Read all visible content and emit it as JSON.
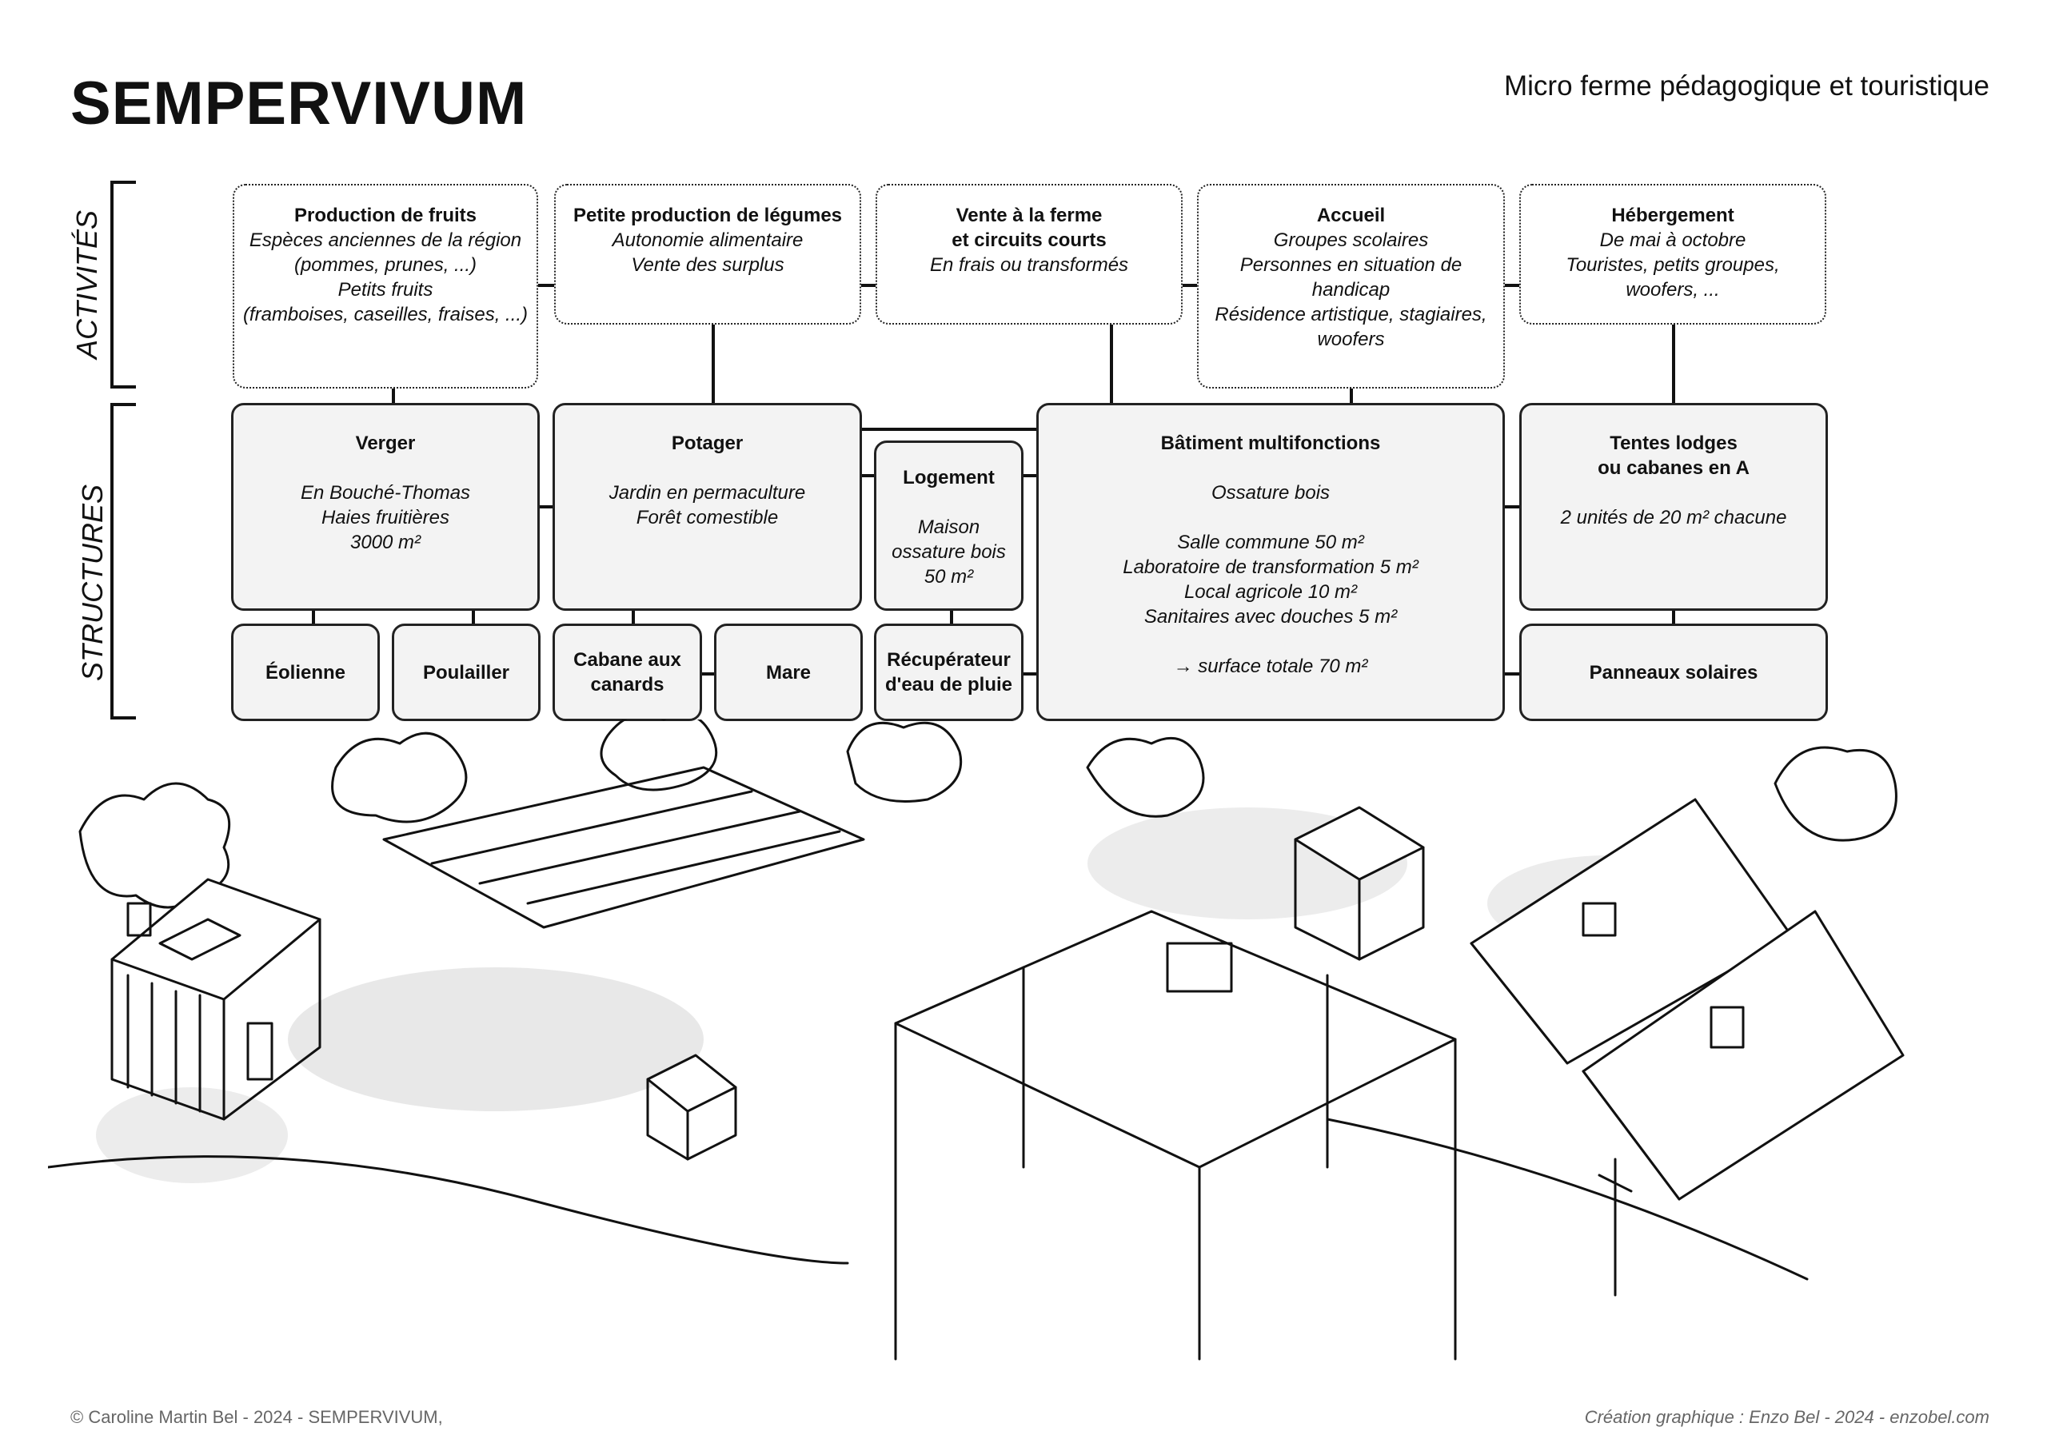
{
  "header": {
    "title": "SEMPERVIVUM",
    "subtitle": "Micro ferme pédagogique et touristique"
  },
  "side_labels": {
    "activites": "ACTIVITÉS",
    "structures": "STRUCTURES"
  },
  "activities": [
    {
      "title": "Production de fruits",
      "lines": [
        "Espèces anciennes de la région",
        "(pommes, prunes, ...)",
        "Petits fruits",
        "(framboises, caseilles, fraises, ...)"
      ]
    },
    {
      "title": "Petite production de légumes",
      "lines": [
        "Autonomie alimentaire",
        "Vente des surplus"
      ]
    },
    {
      "title": "Vente à la ferme",
      "title2": "et circuits courts",
      "lines": [
        "En frais ou transformés"
      ]
    },
    {
      "title": "Accueil",
      "lines": [
        "Groupes scolaires",
        "Personnes en situation de",
        "handicap",
        "Résidence artistique, stagiaires,",
        "woofers"
      ]
    },
    {
      "title": "Hébergement",
      "lines": [
        "De mai à octobre",
        "Touristes, petits groupes,",
        "woofers, ..."
      ]
    }
  ],
  "structures": {
    "verger": {
      "title": "Verger",
      "lines": [
        "En Bouché-Thomas",
        "Haies fruitières",
        "3000 m²"
      ]
    },
    "potager": {
      "title": "Potager",
      "lines": [
        "Jardin en permaculture",
        "Forêt comestible"
      ]
    },
    "logement": {
      "title": "Logement",
      "lines": [
        "Maison",
        "ossature bois",
        "50 m²"
      ]
    },
    "batiment": {
      "title": "Bâtiment multifonctions",
      "lines": [
        "Ossature bois",
        "Salle commune 50 m²",
        "Laboratoire de transformation 5 m²",
        "Local agricole 10 m²",
        "Sanitaires avec douches 5 m²",
        "→ surface totale 70 m²"
      ]
    },
    "tentes": {
      "title": "Tentes lodges",
      "title2": "ou cabanes en A",
      "lines": [
        "2 unités de 20 m² chacune"
      ]
    }
  },
  "small_structures": {
    "eolienne": "Éolienne",
    "poulailler": "Poulailler",
    "cabane_l1": "Cabane aux",
    "cabane_l2": "canards",
    "mare": "Mare",
    "recup_l1": "Récupérateur",
    "recup_l2": "d'eau de pluie",
    "panneaux": "Panneaux solaires"
  },
  "footer": {
    "left": "© Caroline Martin Bel - 2024 - SEMPERVIVUM,",
    "right": "Création graphique : Enzo Bel - 2024 - enzobel.com"
  },
  "colors": {
    "ink": "#111111",
    "box_fill": "#f3f3f3",
    "shadow": "#d9d9d9"
  }
}
